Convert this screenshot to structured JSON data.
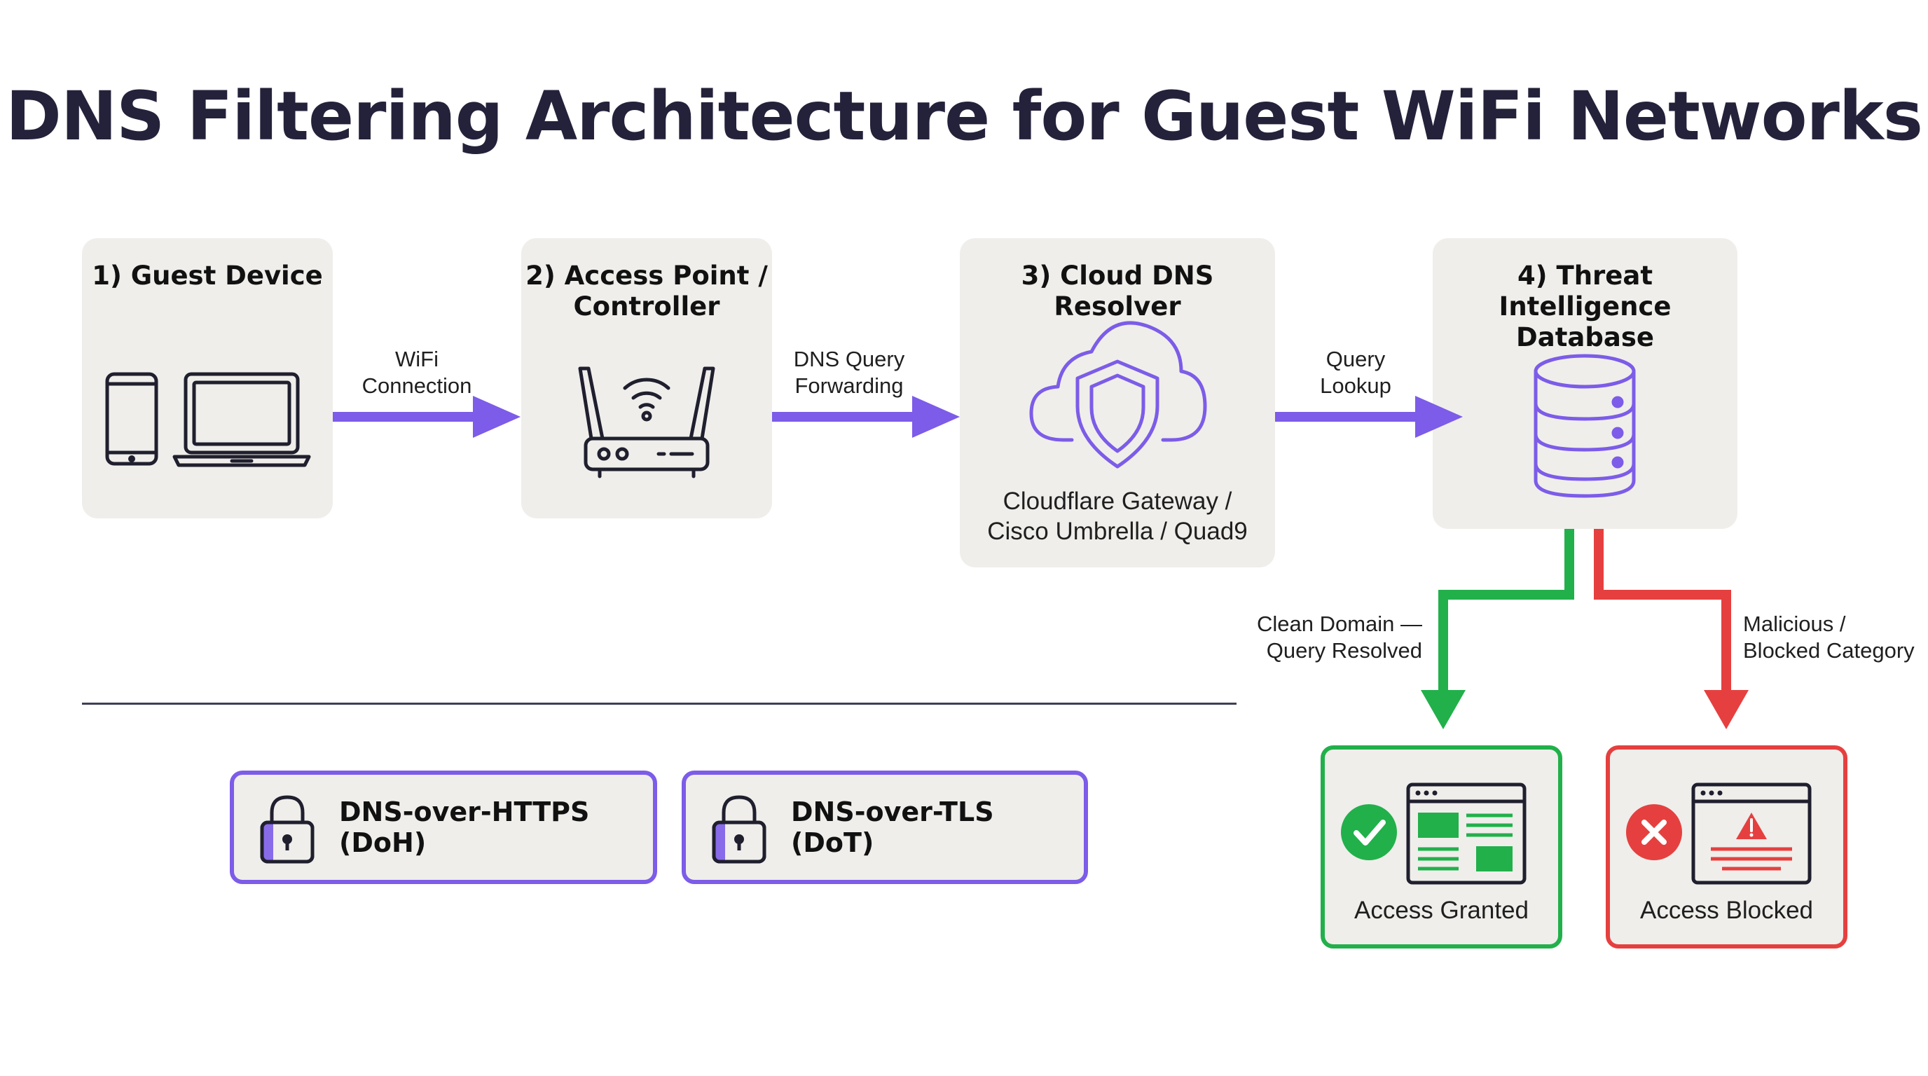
{
  "title": "DNS Filtering Architecture for Guest WiFi Networks",
  "nodes": [
    {
      "title": "1) Guest Device",
      "icon": "phone-laptop-icon"
    },
    {
      "title": "2) Access Point /\nController",
      "icon": "router-icon"
    },
    {
      "title": "3) Cloud DNS\nResolver",
      "icon": "cloud-shield-icon",
      "caption": "Cloudflare Gateway /\nCisco Umbrella / Quad9"
    },
    {
      "title": "4) Threat Intelligence\nDatabase",
      "icon": "database-icon"
    }
  ],
  "edges": [
    {
      "label": "WiFi\nConnection"
    },
    {
      "label": "DNS Query\nForwarding"
    },
    {
      "label": "Query\nLookup"
    }
  ],
  "branches": {
    "allow_label": "Clean Domain —\nQuery Resolved",
    "block_label": "Malicious /\nBlocked Category"
  },
  "outcomes": {
    "granted": "Access Granted",
    "blocked": "Access Blocked"
  },
  "protocols": [
    {
      "label": "DNS-over-HTTPS (DoH)"
    },
    {
      "label": "DNS-over-TLS (DoT)"
    }
  ],
  "colors": {
    "accent": "#7c5ce8",
    "allow": "#22b04b",
    "block": "#e5403f",
    "card": "#efeeeb",
    "title": "#24223a"
  }
}
